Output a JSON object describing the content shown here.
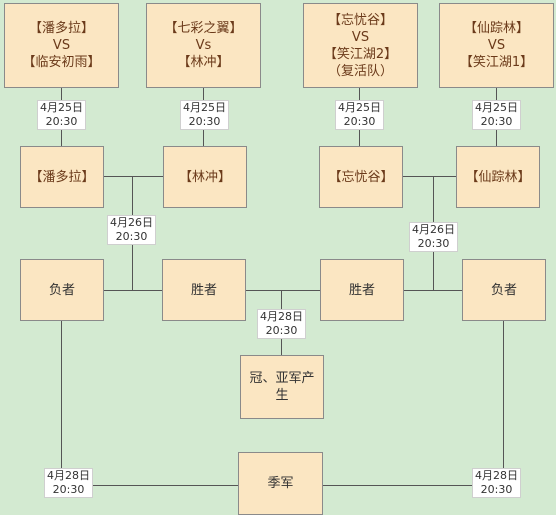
{
  "matches": {
    "m1": [
      "【潘多拉】",
      "VS",
      "【临安初雨】"
    ],
    "m2": [
      "【七彩之翼】",
      "Vs",
      "【林冲】"
    ],
    "m3": [
      "【忘忧谷】",
      "VS",
      "【笑江湖2】",
      "（复活队）"
    ],
    "m4": [
      "【仙踪林】",
      "VS",
      "【笑江湖1】"
    ]
  },
  "round2": {
    "r1": "【潘多拉】",
    "r2": "【林冲】",
    "r3": "【忘忧谷】",
    "r4": "【仙踪林】"
  },
  "round3": {
    "loser_left": "负者",
    "winner_left": "胜者",
    "winner_right": "胜者",
    "loser_right": "负者"
  },
  "final_text": [
    "冠、亚军产",
    "生"
  ],
  "third_place": "季军",
  "dates": {
    "d1": [
      "4月25日",
      "20:30"
    ],
    "d2": [
      "4月25日",
      "20:30"
    ],
    "d3": [
      "4月25日",
      "20:30"
    ],
    "d4": [
      "4月25日",
      "20:30"
    ],
    "d5": [
      "4月26日",
      "20:30"
    ],
    "d6": [
      "4月26日",
      "20:30"
    ],
    "d7": [
      "4月28日",
      "20:30"
    ],
    "d8": [
      "4月28日",
      "20:30"
    ],
    "d9": [
      "4月28日",
      "20:30"
    ]
  }
}
